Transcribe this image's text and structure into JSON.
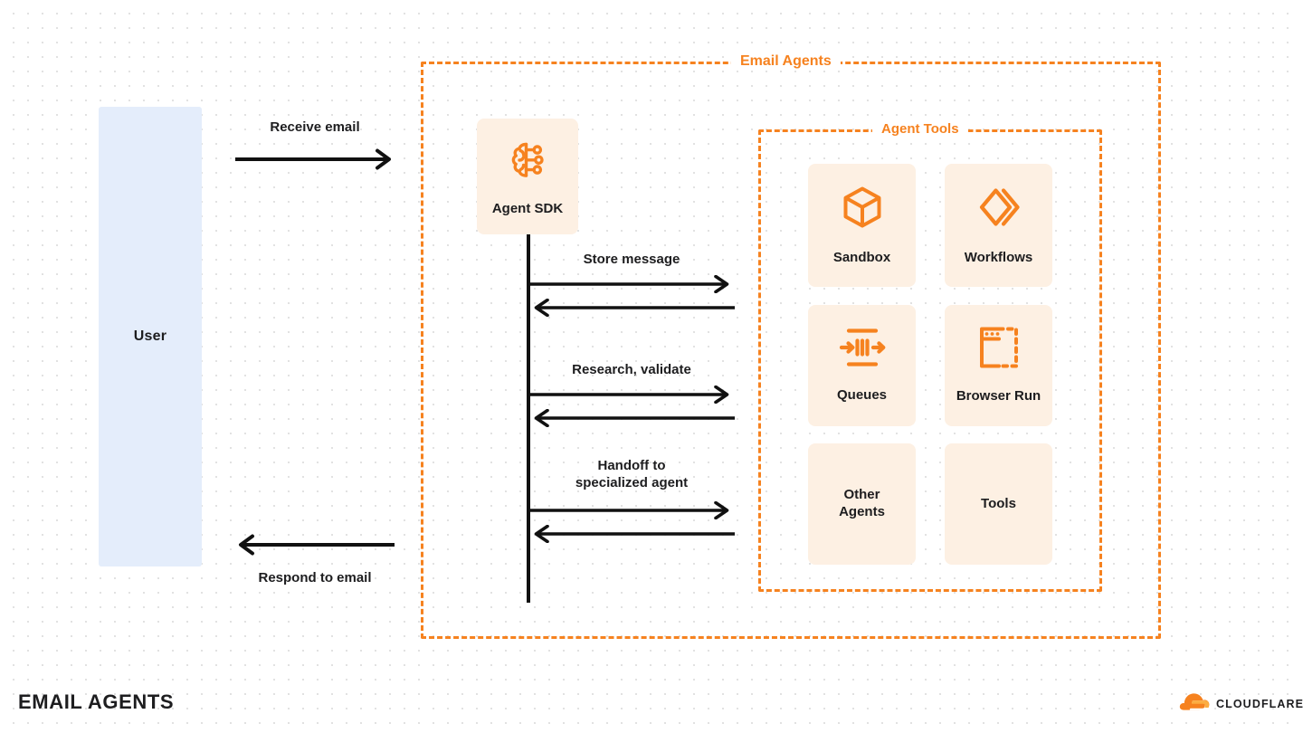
{
  "diagram": {
    "footer_title": "EMAIL AGENTS",
    "brand": {
      "name": "CLOUDFLARE",
      "logo_icon": "cloudflare-cloud-icon",
      "accent_color": "#f6821f"
    },
    "colors": {
      "accent": "#f6821f",
      "tile_fill": "#fdf0e3",
      "user_fill": "#e4edfb",
      "text": "#1d1d1f",
      "arrow": "#111111",
      "dot_grid": "#dcdcdc"
    },
    "actors": {
      "user": {
        "label": "User"
      },
      "agent_sdk": {
        "label": "Agent SDK",
        "icon": "brain-circuit-icon"
      }
    },
    "containers": {
      "email_agents": {
        "title": "Email Agents"
      },
      "agent_tools": {
        "title": "Agent Tools"
      }
    },
    "user_messages": [
      {
        "label": "Receive email",
        "direction": "right"
      },
      {
        "label": "Respond to email",
        "direction": "left"
      }
    ],
    "tool_messages": [
      {
        "label": "Store message",
        "direction": "bidirectional"
      },
      {
        "label": "Research, validate",
        "direction": "bidirectional"
      },
      {
        "label": "Handoff to\nspecialized agent",
        "direction": "bidirectional"
      }
    ],
    "tools": [
      {
        "label": "Sandbox",
        "icon": "cube-icon"
      },
      {
        "label": "Workflows",
        "icon": "double-chevron-icon"
      },
      {
        "label": "Queues",
        "icon": "queue-arrows-icon"
      },
      {
        "label": "Browser Run",
        "icon": "browser-window-icon"
      },
      {
        "label": "Other\nAgents",
        "icon": "none"
      },
      {
        "label": "Tools",
        "icon": "none"
      }
    ]
  }
}
